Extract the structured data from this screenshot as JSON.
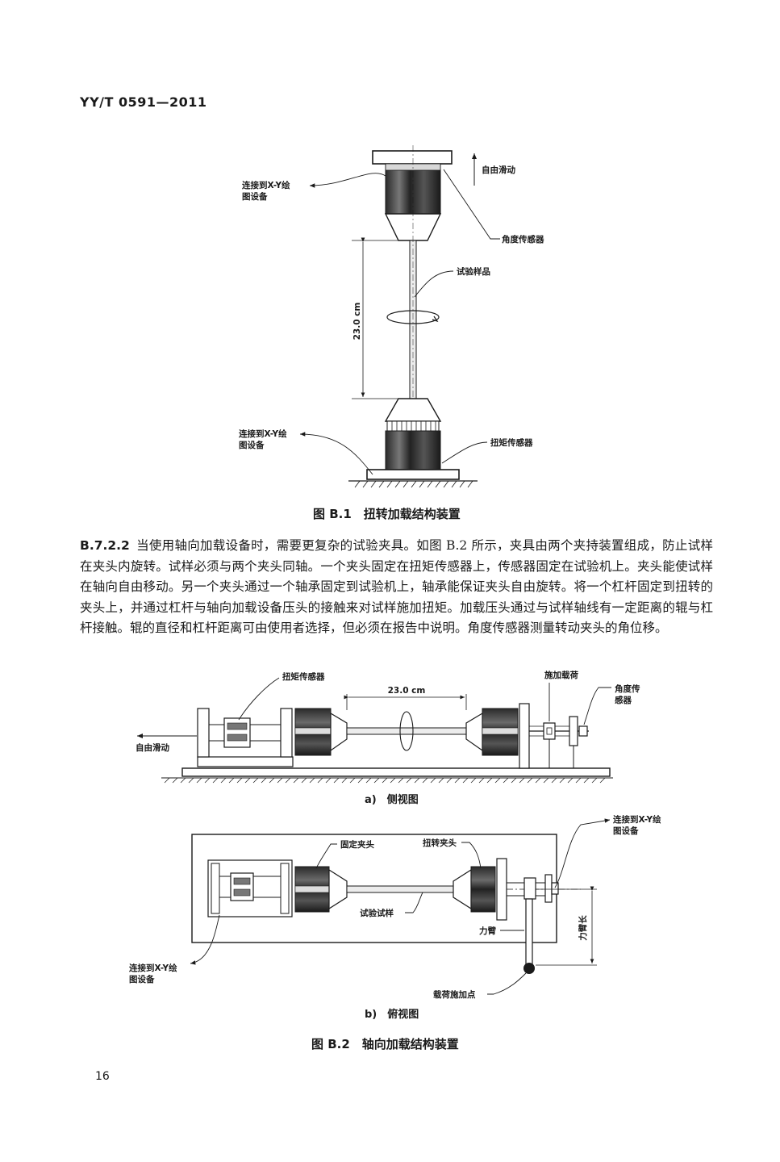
{
  "header": {
    "standard_code": "YY/T 0591—2011"
  },
  "figure_b1": {
    "caption": "图 B.1　扭转加载结构装置",
    "labels": {
      "free_slide": "自由滑动",
      "connect_xy_top_line1": "连接到X-Y绘",
      "connect_xy_top_line2": "图设备",
      "angle_sensor": "角度传感器",
      "test_specimen": "试验样品",
      "length": "23.0 cm",
      "connect_xy_bottom_line1": "连接到X-Y绘",
      "connect_xy_bottom_line2": "图设备",
      "torque_sensor": "扭矩传感器"
    }
  },
  "paragraph": {
    "clause": "B.7.2.2",
    "text": "当使用轴向加载设备时，需要更复杂的试验夹具。如图 B.2 所示，夹具由两个夹持装置组成，防止试样在夹头内旋转。试样必须与两个夹头同轴。一个夹头固定在扭矩传感器上，传感器固定在试验机上。夹头能使试样在轴向自由移动。另一个夹头通过一个轴承固定到试验机上，轴承能保证夹头自由旋转。将一个杠杆固定到扭转的夹头上，并通过杠杆与轴向加载设备压头的接触来对试样施加扭矩。加载压头通过与试样轴线有一定距离的辊与杠杆接触。辊的直径和杠杆距离可由使用者选择，但必须在报告中说明。角度传感器测量转动夹头的角位移。"
  },
  "figure_b2": {
    "side_view": {
      "caption": "a)　侧视图",
      "labels": {
        "torque_sensor": "扭矩传感器",
        "length": "23.0 cm",
        "apply_load": "施加载荷",
        "angle_sensor_line1": "角度传",
        "angle_sensor_line2": "感器",
        "free_slide": "自由滑动"
      }
    },
    "top_view": {
      "caption": "b)　俯视图",
      "labels": {
        "fixed_chuck": "固定夹头",
        "torsion_chuck": "扭转夹头",
        "connect_xy_right_line1": "连接到X-Y绘",
        "connect_xy_right_line2": "图设备",
        "test_specimen": "试验试样",
        "lever_arm": "力臂",
        "lever_length": "力臂长",
        "connect_xy_left_line1": "连接到X-Y绘",
        "connect_xy_left_line2": "图设备",
        "load_point": "载荷施加点"
      }
    },
    "caption": "图 B.2　轴向加载结构装置"
  },
  "page_number": "16"
}
